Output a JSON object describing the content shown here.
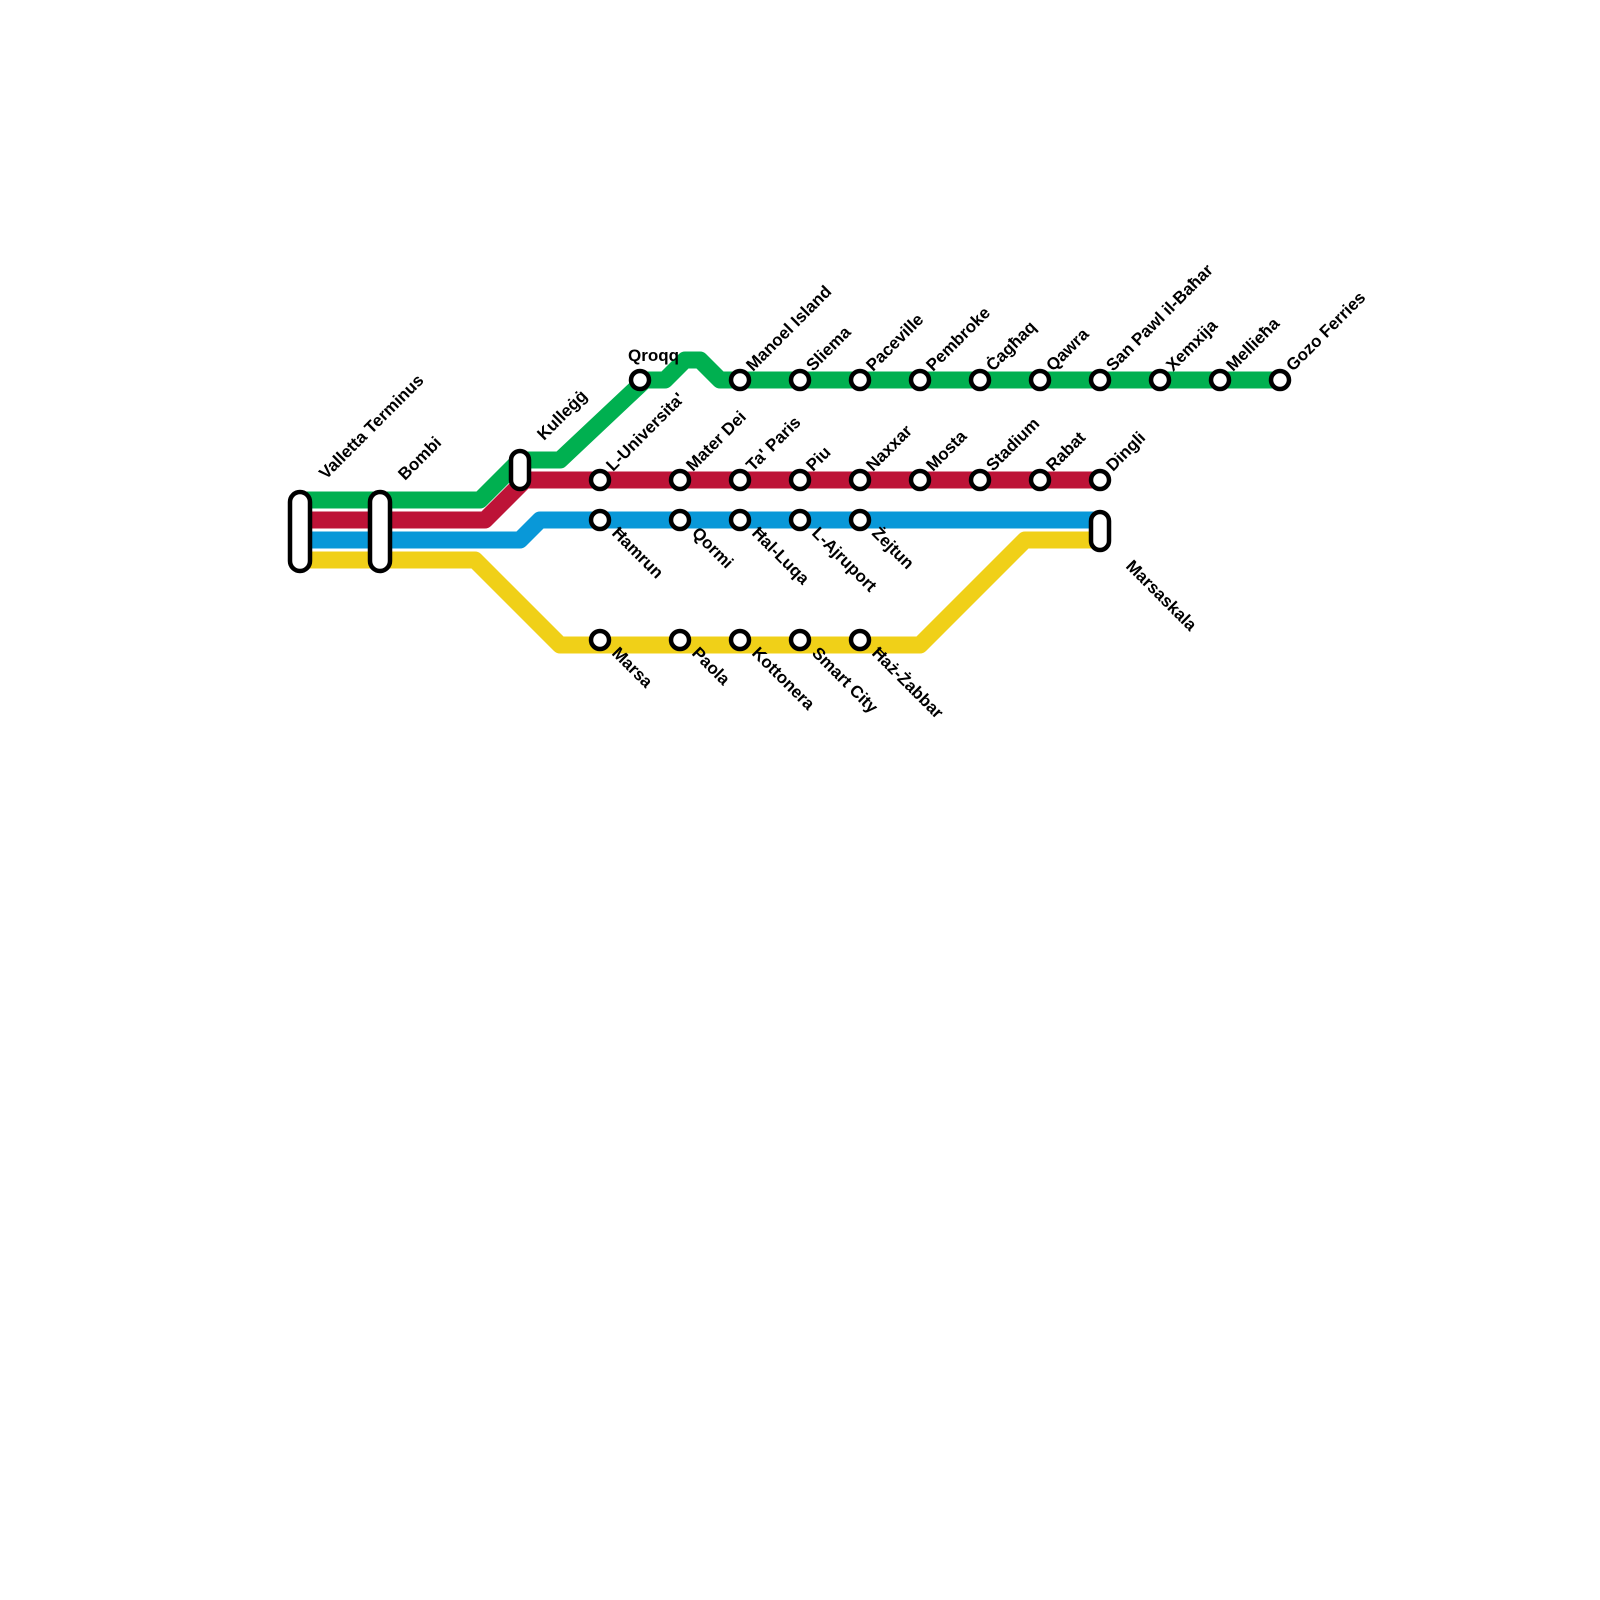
{
  "colors": {
    "green": "#00b050",
    "red": "#bd1337",
    "blue": "#0998d8",
    "yellow": "#f0d018"
  },
  "interchanges": {
    "valletta": "Valletta Terminus",
    "bombi": "Bombi",
    "kullegg": "Kulleġġ",
    "marsaskala": "Marsaskala"
  },
  "stations": {
    "qroqq": "Qroqq",
    "manoel": "Manoel Island",
    "sliema": "Sliema",
    "paceville": "Paceville",
    "pembroke": "Pembroke",
    "caghaq": "Ċagħaq",
    "qawra": "Qawra",
    "spb": "San Pawl il-Baħar",
    "xemxija": "Xemxija",
    "mellieha": "Mellieħa",
    "gozo": "Gozo Ferries",
    "universita": "L-Universita'",
    "materdei": "Mater Dei",
    "taparis": "Ta' Paris",
    "piu": "Piu",
    "naxxar": "Naxxar",
    "mosta": "Mosta",
    "stadium": "Stadium",
    "rabat": "Rabat",
    "dingli": "Dingli",
    "hamrun": "Ħamrun",
    "qormi": "Qormi",
    "halluqa": "Ħal-Luqa",
    "ajruport": "L-Ajruport",
    "zejtun": "Żejtun",
    "marsa": "Marsa",
    "paola": "Paola",
    "kottonera": "Kottonera",
    "smartcity": "Smart City",
    "hazzabbar": "Ħaż-Żabbar"
  }
}
